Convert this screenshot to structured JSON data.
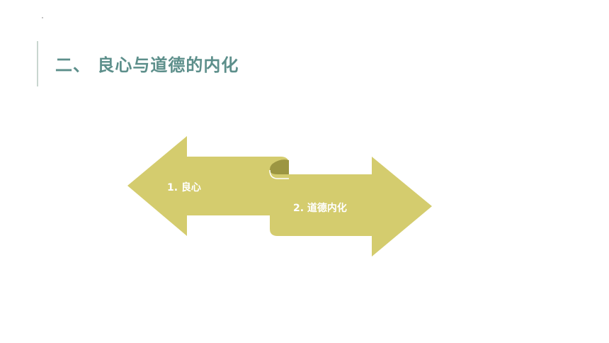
{
  "title": "二、 良心与道德的内化",
  "arrows": [
    {
      "label": "1. 良心",
      "direction": "left"
    },
    {
      "label": "2. 道德内化",
      "direction": "right"
    }
  ],
  "colors": {
    "title": "#5d8f8b",
    "accent_bar": "#c9d6cf",
    "arrow_fill": "#d4cc6e",
    "arrow_fold": "#9c9642",
    "arrow_label": "#ffffff"
  }
}
